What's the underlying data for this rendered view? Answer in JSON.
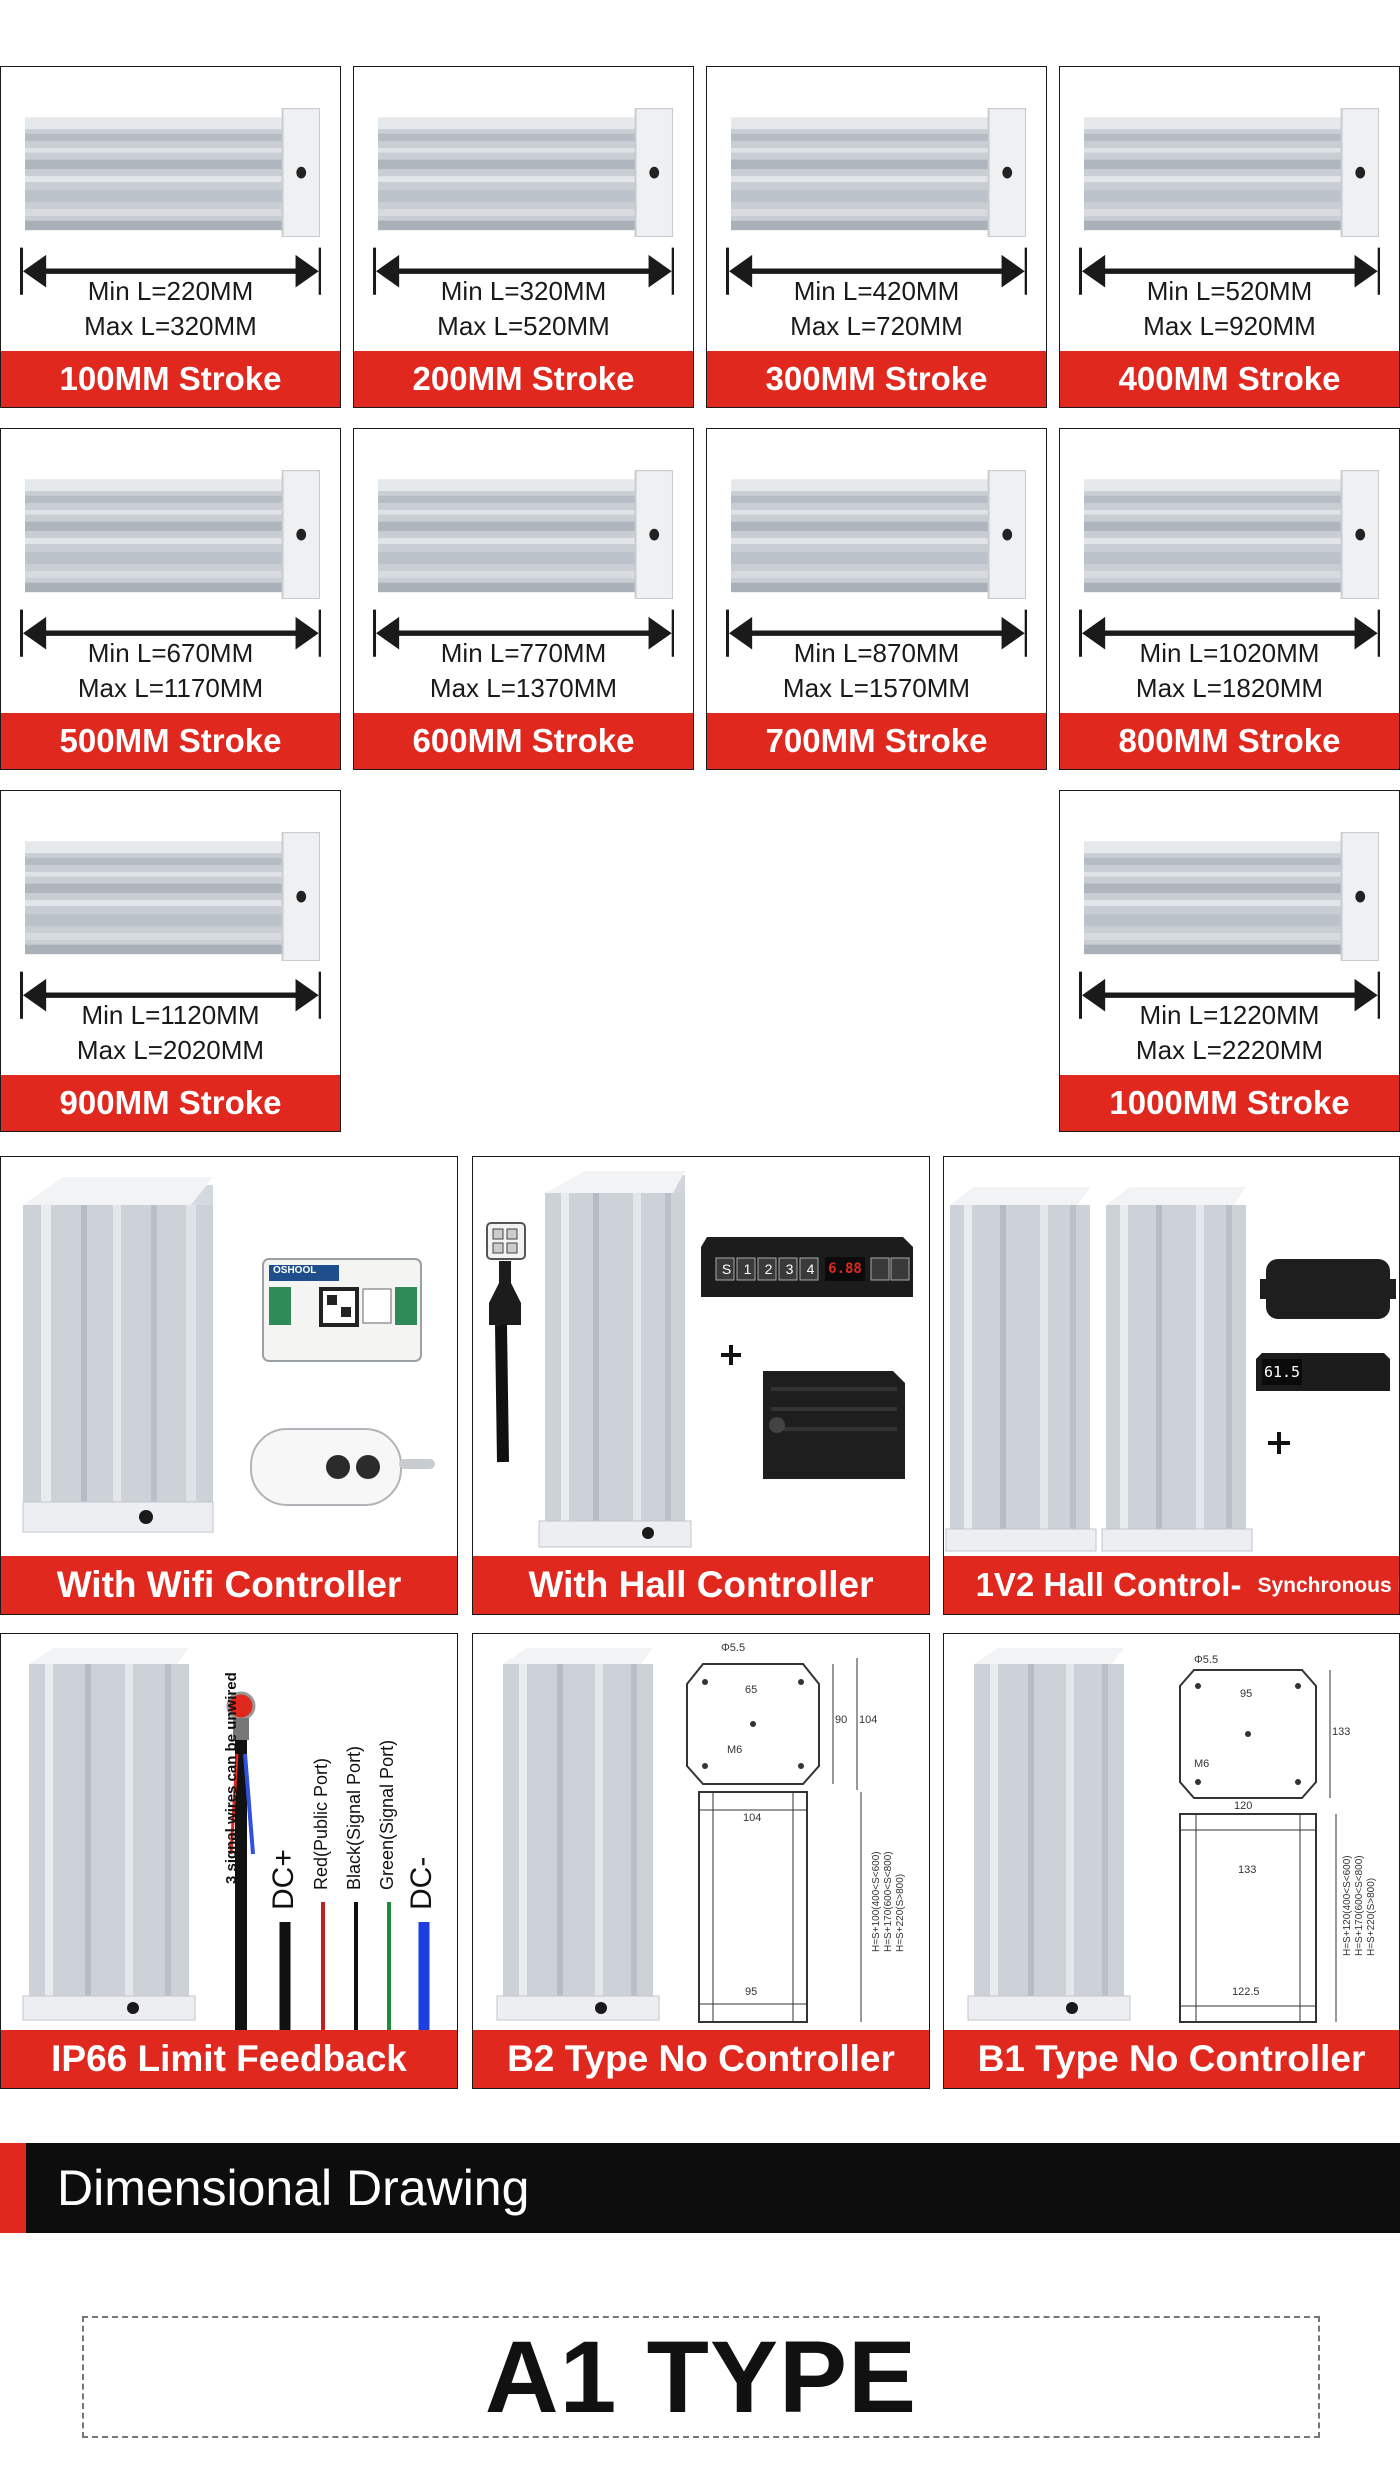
{
  "stroke_cards": [
    {
      "min": "Min L=220MM",
      "max": "Max L=320MM",
      "label": "100MM Stroke"
    },
    {
      "min": "Min L=320MM",
      "max": "Max L=520MM",
      "label": "200MM Stroke"
    },
    {
      "min": "Min L=420MM",
      "max": "Max L=720MM",
      "label": "300MM Stroke"
    },
    {
      "min": "Min L=520MM",
      "max": "Max L=920MM",
      "label": "400MM Stroke"
    },
    {
      "min": "Min L=670MM",
      "max": "Max L=1170MM",
      "label": "500MM Stroke"
    },
    {
      "min": "Min L=770MM",
      "max": "Max L=1370MM",
      "label": "600MM Stroke"
    },
    {
      "min": "Min L=870MM",
      "max": "Max L=1570MM",
      "label": "700MM Stroke"
    },
    {
      "min": "Min L=1020MM",
      "max": "Max L=1820MM",
      "label": "800MM Stroke"
    },
    {
      "min": "Min L=1120MM",
      "max": "Max L=2020MM",
      "label": "900MM Stroke"
    },
    {
      "min": "Min L=1220MM",
      "max": "Max L=2220MM",
      "label": "1000MM Stroke"
    }
  ],
  "product_cards": {
    "wifi": {
      "label": "With Wifi Controller",
      "module_text": "OSHOOL"
    },
    "hall": {
      "label": "With Hall Controller",
      "keypad_keys": [
        "S",
        "1",
        "2",
        "3",
        "4"
      ],
      "display": "6.88"
    },
    "sync": {
      "label": "1V2 Hall Control-",
      "label_small": "Synchronous Lifting",
      "display": "61.5"
    },
    "ip66": {
      "label": "IP66 Limit Feedback",
      "wires": [
        "3 signal wires can be unwired",
        "DC+",
        "Red(Public Port)",
        "Black(Signal Port)",
        "Green(Signal Port)",
        "DC-"
      ]
    },
    "b2": {
      "label": "B2 Type No Controller",
      "dims": [
        "Φ5.5",
        "65",
        "90",
        "104",
        "M6",
        "104",
        "95",
        "H=S+100(400<S<600)",
        "H=S+170(600<S<800)",
        "H=S+220(S>800)"
      ]
    },
    "b1": {
      "label": "B1 Type No Controller",
      "dims": [
        "Φ5.5",
        "95",
        "133",
        "M6",
        "120",
        "133",
        "122.5",
        "H=S+120(400<S<600)",
        "H=S+170(600<S<800)",
        "H=S+220(S>800)"
      ]
    }
  },
  "section": {
    "title": "Dimensional Drawing"
  },
  "type_label": "A1 TYPE",
  "colors": {
    "accent": "#e0281e",
    "dark": "#0d0d0d"
  }
}
